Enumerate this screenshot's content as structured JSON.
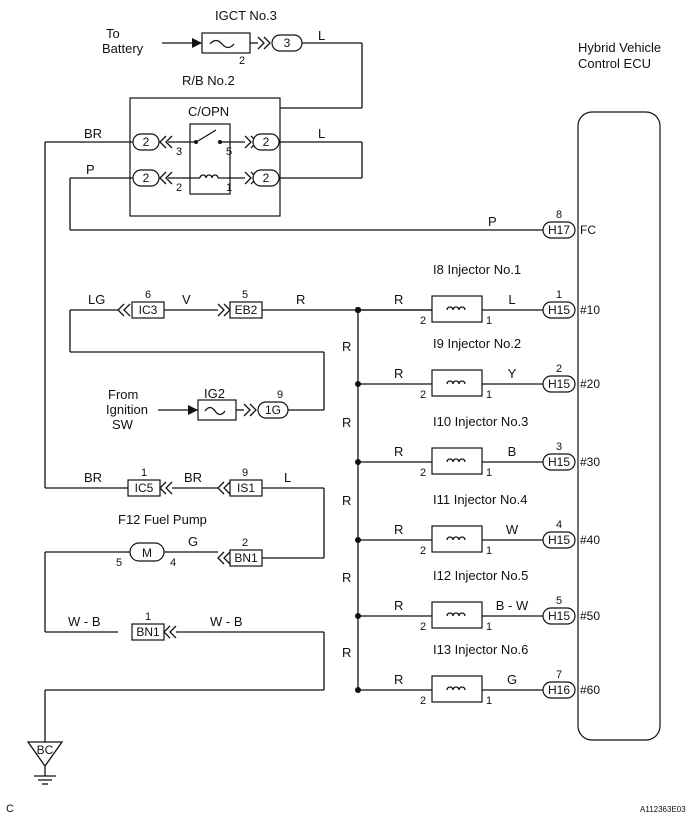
{
  "labels": {
    "igct": "IGCT No.3",
    "to_battery_1": "To",
    "to_battery_2": "Battery",
    "rb": "R/B No.2",
    "copn": "C/OPN",
    "ecu_1": "Hybrid Vehicle",
    "ecu_2": "Control ECU",
    "fc_pin": "FC",
    "from_1": "From",
    "from_2": "Ignition",
    "from_3": "SW",
    "ig2": "IG2",
    "fuel_pump": "F12 Fuel Pump",
    "motor": "M",
    "ground": "BC",
    "corner": "C",
    "doc_id": "A112363E03"
  },
  "wires": {
    "L": "L",
    "BR": "BR",
    "P": "P",
    "LG": "LG",
    "V": "V",
    "R": "R",
    "Y": "Y",
    "B": "B",
    "W": "W",
    "BW": "B - W",
    "G": "G",
    "WB": "W - B"
  },
  "connectors": {
    "c3": "3",
    "c2": "2",
    "h17": "H17",
    "h15": "H15",
    "h16": "H16",
    "ic3": "IC3",
    "eb2": "EB2",
    "g1": "1G",
    "ic5": "IC5",
    "is1": "IS1",
    "bn1": "BN1"
  },
  "pins": {
    "p1": "1",
    "p2": "2",
    "p3": "3",
    "p4": "4",
    "p5": "5",
    "p6": "6",
    "p7": "7",
    "p8": "8",
    "p9": "9"
  },
  "injectors": [
    {
      "name": "I8 Injector No.1",
      "ecu_pin": "1",
      "connector": "H15",
      "terminal": "#10",
      "wire": "L"
    },
    {
      "name": "I9 Injector No.2",
      "ecu_pin": "2",
      "connector": "H15",
      "terminal": "#20",
      "wire": "Y"
    },
    {
      "name": "I10 Injector No.3",
      "ecu_pin": "3",
      "connector": "H15",
      "terminal": "#30",
      "wire": "B"
    },
    {
      "name": "I11 Injector No.4",
      "ecu_pin": "4",
      "connector": "H15",
      "terminal": "#40",
      "wire": "W"
    },
    {
      "name": "I12 Injector No.5",
      "ecu_pin": "5",
      "connector": "H15",
      "terminal": "#50",
      "wire": "B - W"
    },
    {
      "name": "I13 Injector No.6",
      "ecu_pin": "7",
      "connector": "H16",
      "terminal": "#60",
      "wire": "G"
    }
  ]
}
